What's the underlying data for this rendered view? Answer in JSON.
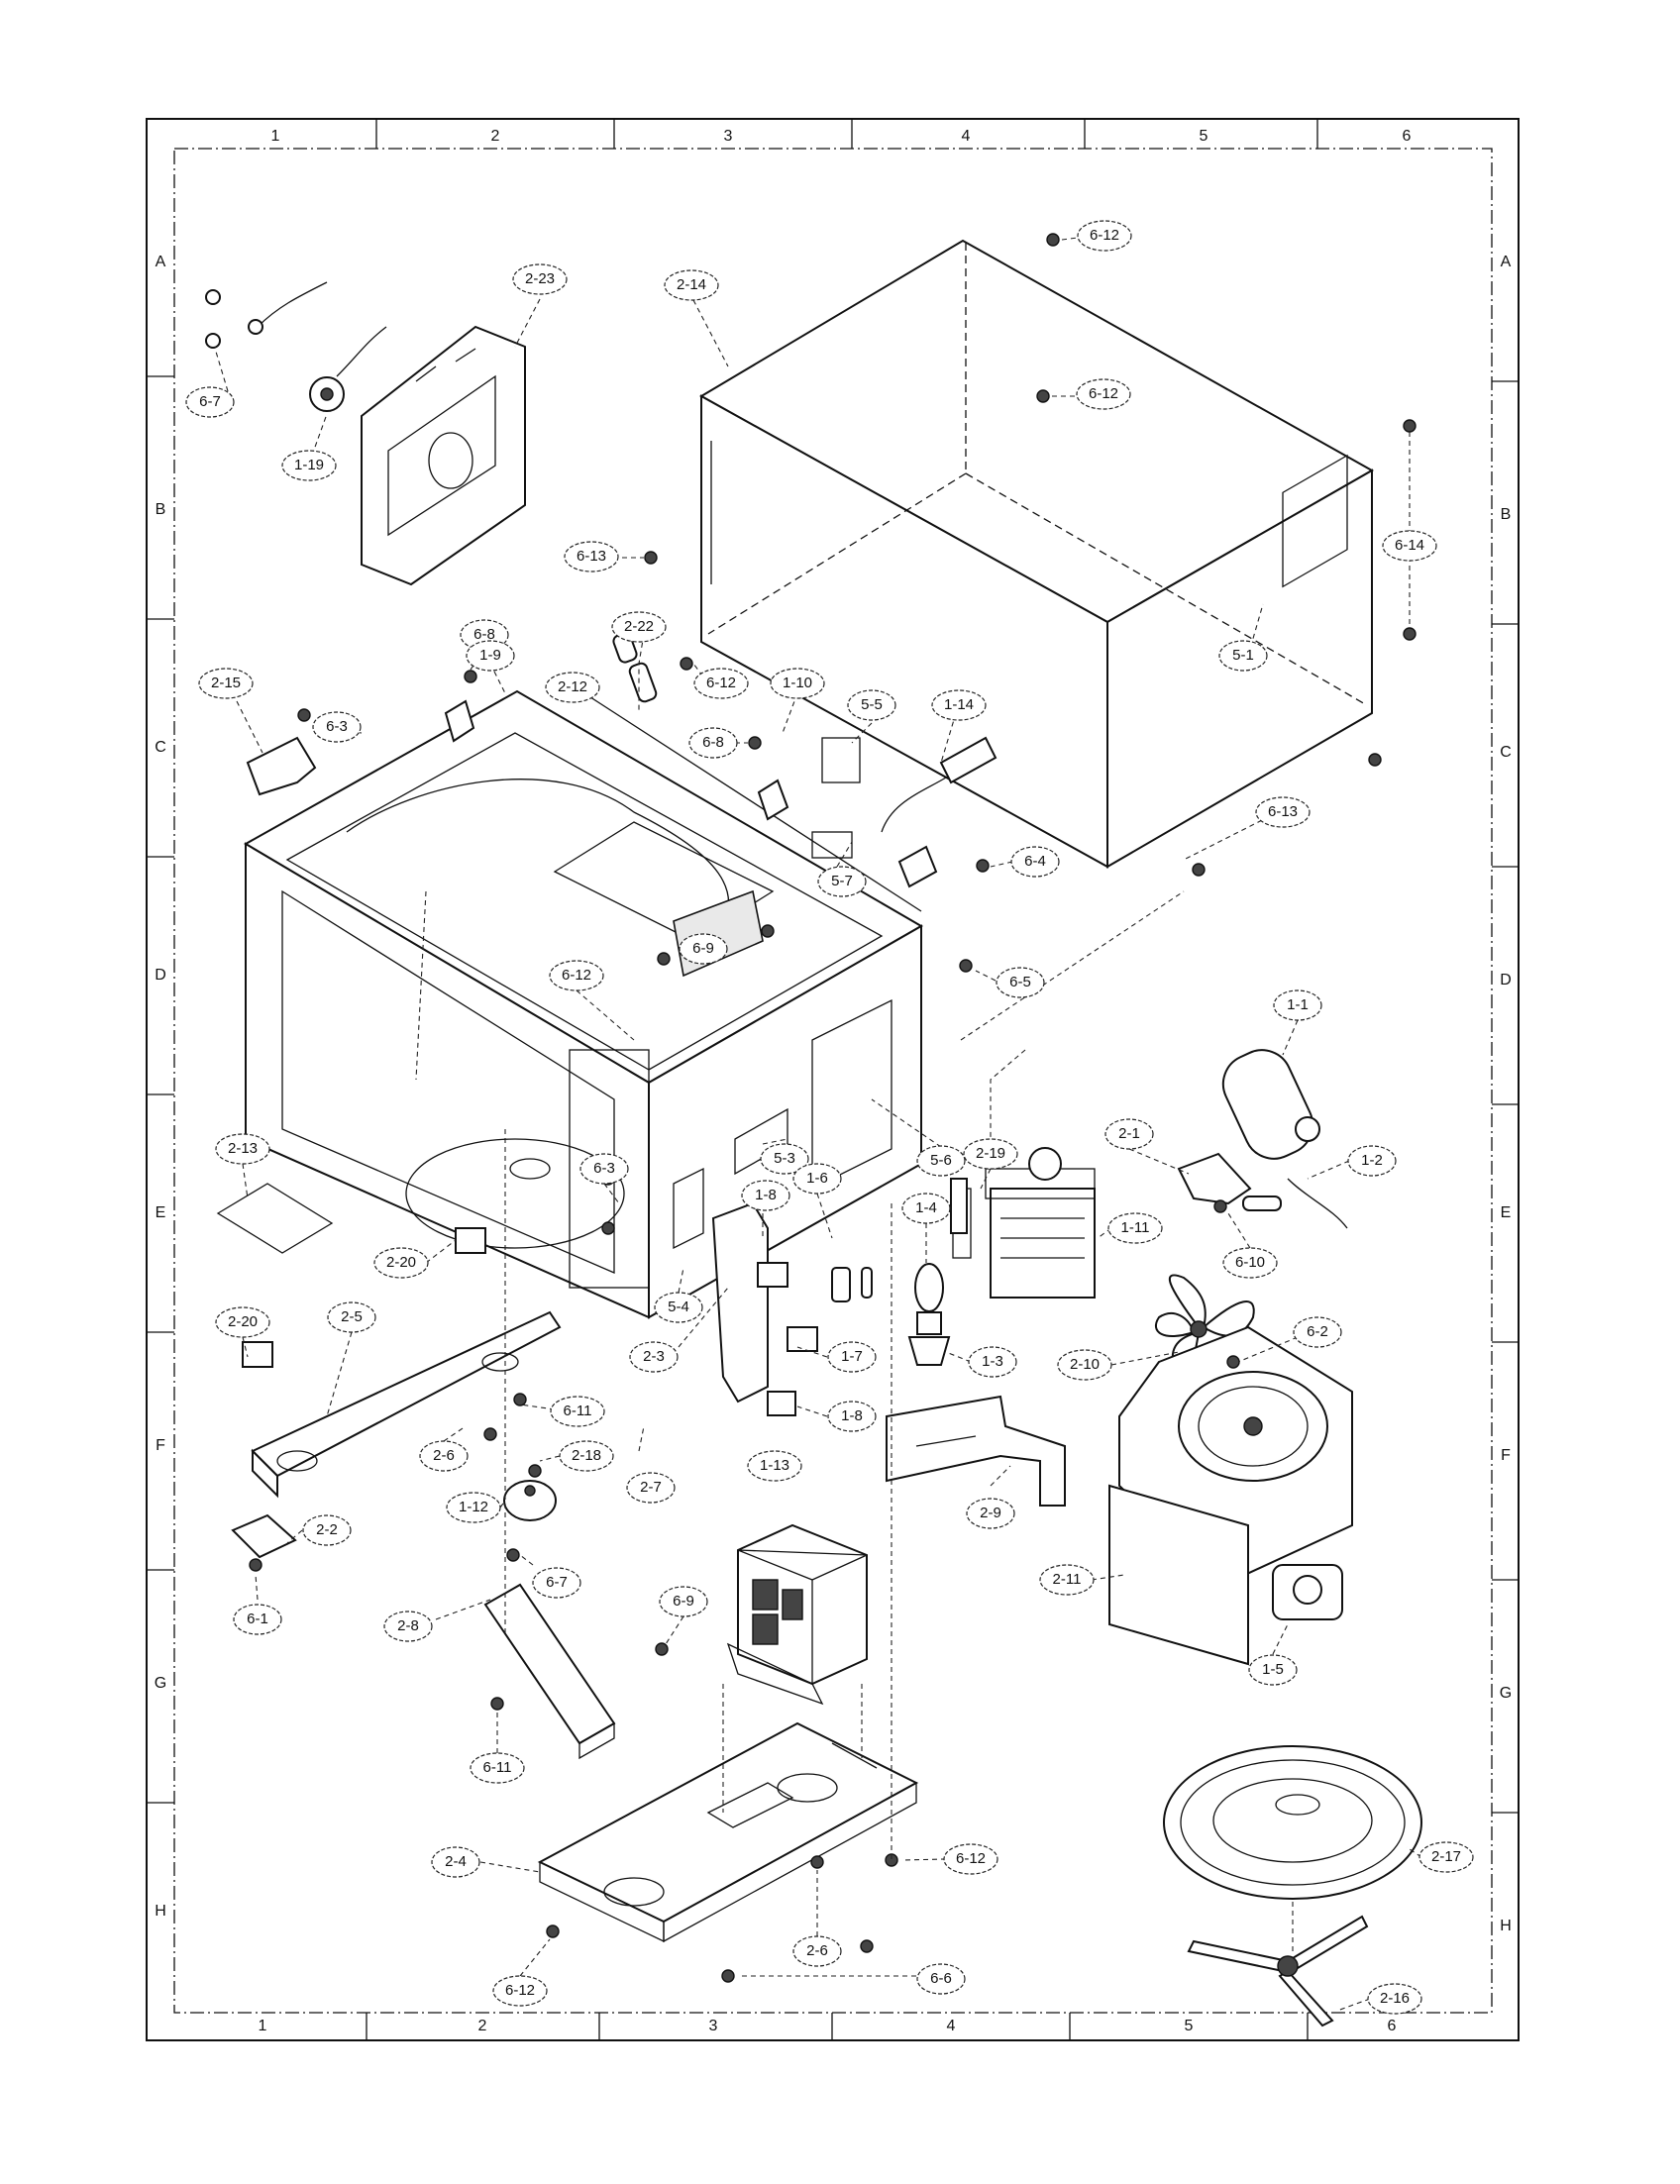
{
  "zones": {
    "columns": [
      "1",
      "2",
      "3",
      "4",
      "5",
      "6"
    ],
    "rows": [
      "A",
      "B",
      "C",
      "D",
      "E",
      "F",
      "G",
      "H"
    ]
  },
  "callouts": [
    {
      "id": "c-6-12-a",
      "label": "6-12"
    },
    {
      "id": "c-2-23",
      "label": "2-23"
    },
    {
      "id": "c-2-14",
      "label": "2-14"
    },
    {
      "id": "c-6-7-a",
      "label": "6-7"
    },
    {
      "id": "c-6-12-b",
      "label": "6-12"
    },
    {
      "id": "c-1-19",
      "label": "1-19"
    },
    {
      "id": "c-6-14",
      "label": "6-14"
    },
    {
      "id": "c-6-13-a",
      "label": "6-13"
    },
    {
      "id": "c-5-1",
      "label": "5-1"
    },
    {
      "id": "c-2-22",
      "label": "2-22"
    },
    {
      "id": "c-6-8-a",
      "label": "6-8"
    },
    {
      "id": "c-1-9",
      "label": "1-9"
    },
    {
      "id": "c-2-12",
      "label": "2-12"
    },
    {
      "id": "c-6-12-c",
      "label": "6-12"
    },
    {
      "id": "c-1-10",
      "label": "1-10"
    },
    {
      "id": "c-2-15",
      "label": "2-15"
    },
    {
      "id": "c-6-3-a",
      "label": "6-3"
    },
    {
      "id": "c-6-8-b",
      "label": "6-8"
    },
    {
      "id": "c-5-5",
      "label": "5-5"
    },
    {
      "id": "c-1-14",
      "label": "1-14"
    },
    {
      "id": "c-6-13-b",
      "label": "6-13"
    },
    {
      "id": "c-6-4",
      "label": "6-4"
    },
    {
      "id": "c-5-7",
      "label": "5-7"
    },
    {
      "id": "c-6-9-a",
      "label": "6-9"
    },
    {
      "id": "c-6-5",
      "label": "6-5"
    },
    {
      "id": "c-6-12-d",
      "label": "6-12"
    },
    {
      "id": "c-1-1",
      "label": "1-1"
    },
    {
      "id": "c-5-6",
      "label": "5-6"
    },
    {
      "id": "c-5-3",
      "label": "5-3"
    },
    {
      "id": "c-2-1",
      "label": "2-1"
    },
    {
      "id": "c-2-19",
      "label": "2-19"
    },
    {
      "id": "c-1-2",
      "label": "1-2"
    },
    {
      "id": "c-2-13",
      "label": "2-13"
    },
    {
      "id": "c-6-3-b",
      "label": "6-3"
    },
    {
      "id": "c-1-8-a",
      "label": "1-8"
    },
    {
      "id": "c-1-6",
      "label": "1-6"
    },
    {
      "id": "c-1-4",
      "label": "1-4"
    },
    {
      "id": "c-1-11",
      "label": "1-11"
    },
    {
      "id": "c-6-10",
      "label": "6-10"
    },
    {
      "id": "c-2-20-a",
      "label": "2-20"
    },
    {
      "id": "c-5-4",
      "label": "5-4"
    },
    {
      "id": "c-2-20-b",
      "label": "2-20"
    },
    {
      "id": "c-2-5",
      "label": "2-5"
    },
    {
      "id": "c-2-3",
      "label": "2-3"
    },
    {
      "id": "c-1-7",
      "label": "1-7"
    },
    {
      "id": "c-1-3",
      "label": "1-3"
    },
    {
      "id": "c-2-10",
      "label": "2-10"
    },
    {
      "id": "c-6-2",
      "label": "6-2"
    },
    {
      "id": "c-6-11-a",
      "label": "6-11"
    },
    {
      "id": "c-1-8-b",
      "label": "1-8"
    },
    {
      "id": "c-2-6-a",
      "label": "2-6"
    },
    {
      "id": "c-2-18",
      "label": "2-18"
    },
    {
      "id": "c-1-13",
      "label": "1-13"
    },
    {
      "id": "c-1-12",
      "label": "1-12"
    },
    {
      "id": "c-2-7",
      "label": "2-7"
    },
    {
      "id": "c-2-9",
      "label": "2-9"
    },
    {
      "id": "c-2-2",
      "label": "2-2"
    },
    {
      "id": "c-6-7-b",
      "label": "6-7"
    },
    {
      "id": "c-2-11",
      "label": "2-11"
    },
    {
      "id": "c-6-1",
      "label": "6-1"
    },
    {
      "id": "c-6-9-b",
      "label": "6-9"
    },
    {
      "id": "c-2-8",
      "label": "2-8"
    },
    {
      "id": "c-1-5",
      "label": "1-5"
    },
    {
      "id": "c-6-11-b",
      "label": "6-11"
    },
    {
      "id": "c-2-17",
      "label": "2-17"
    },
    {
      "id": "c-6-12-e",
      "label": "6-12"
    },
    {
      "id": "c-2-4",
      "label": "2-4"
    },
    {
      "id": "c-2-6-b",
      "label": "2-6"
    },
    {
      "id": "c-6-12-f",
      "label": "6-12"
    },
    {
      "id": "c-6-6",
      "label": "6-6"
    },
    {
      "id": "c-2-16",
      "label": "2-16"
    }
  ]
}
